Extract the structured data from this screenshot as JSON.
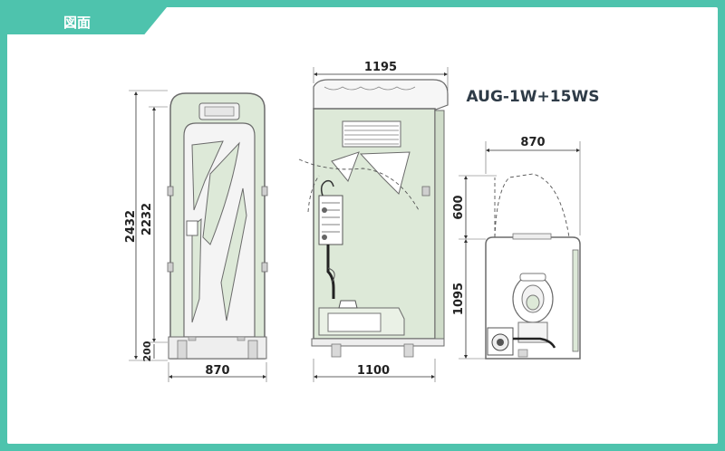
{
  "header": {
    "tab_label": "図面"
  },
  "model_name": "AUG-1W+15WS",
  "colors": {
    "accent": "#4ec3ad",
    "body_green": "#dde9d8",
    "outline": "#6b6b6b",
    "model_text": "#2e3b47"
  },
  "dimensions": {
    "front_total_height": "2432",
    "front_body_height": "2232",
    "front_base_height": "200",
    "front_width": "870",
    "side_width_top": "1195",
    "side_width_bottom": "1100",
    "top_width": "870",
    "top_door_depth": "600",
    "top_body_depth": "1095"
  }
}
